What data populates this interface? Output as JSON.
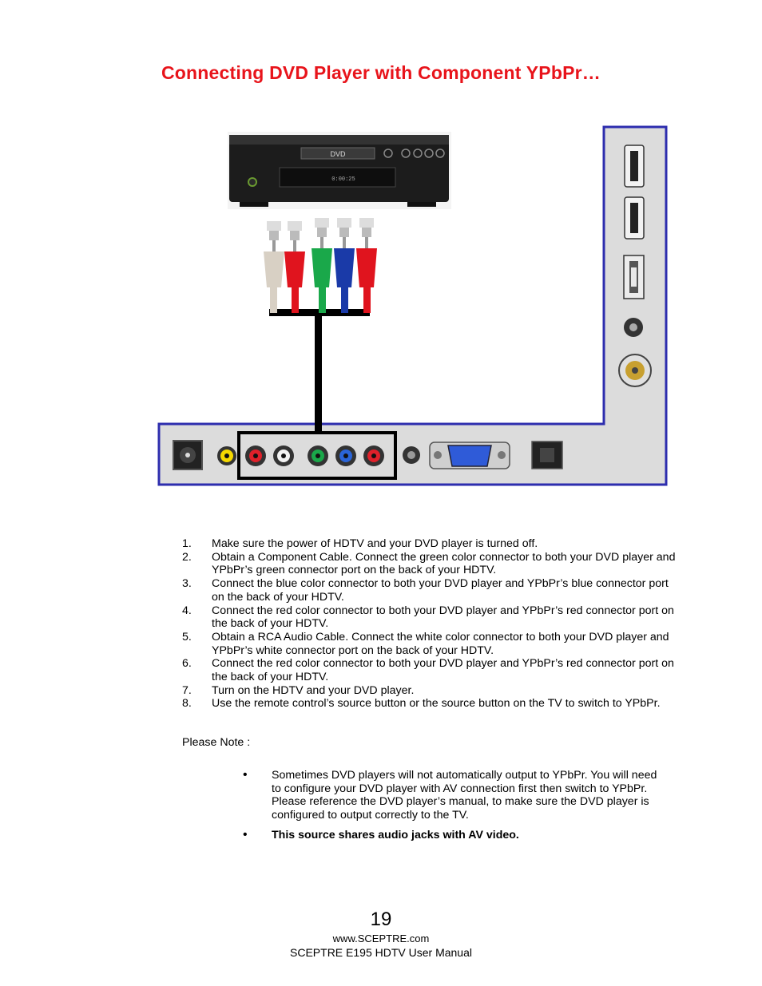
{
  "title": "Connecting DVD Player with Component YPbPr…",
  "figure": {
    "dvd_display_label": "DVD",
    "dvd_time_readout": "0:00:25"
  },
  "steps": [
    {
      "num": "1.",
      "text": "Make sure the power of HDTV and your DVD player is turned off."
    },
    {
      "num": "2.",
      "text": "Obtain a Component Cable. Connect the green color connector to both your DVD player and YPbPr’s green connector port on the back of your HDTV."
    },
    {
      "num": "3.",
      "text": "Connect the blue color connector to both your DVD player and YPbPr’s blue connector port on the back of your HDTV."
    },
    {
      "num": "4.",
      "text": "Connect the red color connector to both your DVD player and YPbPr’s red connector port on the back of your HDTV."
    },
    {
      "num": "5.",
      "text": "Obtain a RCA Audio Cable.  Connect the white color connector to both your DVD player and YPbPr’s white connector port on the back of your HDTV."
    },
    {
      "num": "6.",
      "text": "Connect the red color connector to both your DVD player and YPbPr’s red connector port on the back of your HDTV."
    },
    {
      "num": "7.",
      "text": "Turn on the HDTV and your DVD player."
    },
    {
      "num": "8.",
      "text": "Use the remote control’s source button or the source button on the TV to switch to YPbPr."
    }
  ],
  "note_label": "Please Note :",
  "notes": [
    {
      "text": "Sometimes DVD players will not automatically output to YPbPr.  You will need to configure your DVD player with AV connection first then switch to YPbPr.  Please reference the DVD player’s manual, to make sure the DVD player is configured to output correctly to the TV."
    },
    {
      "text": "This source shares audio jacks with AV video."
    }
  ],
  "footer": {
    "page_number": "19",
    "website": "www.SCEPTRE.com",
    "manual_name": "SCEPTRE E195 HDTV User Manual"
  }
}
